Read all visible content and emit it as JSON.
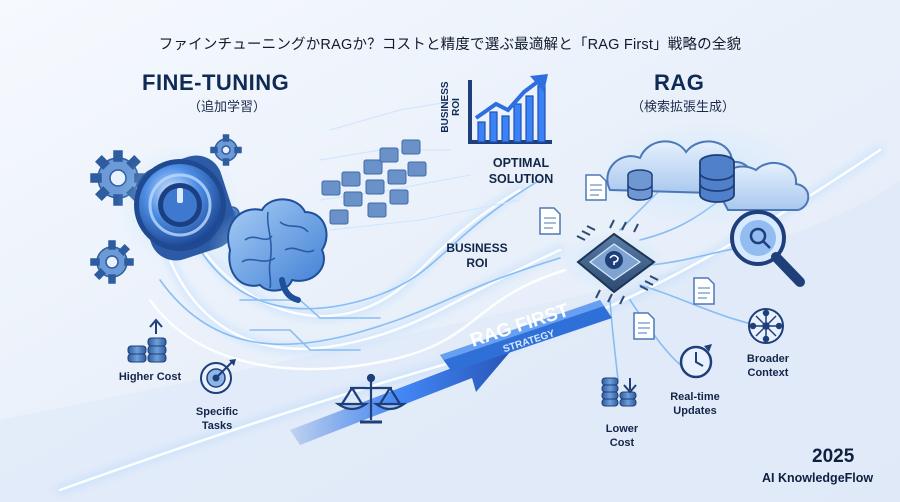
{
  "title": "ファインチューニングかRAGか？コストと精度で選ぶ最適解と「RAG First」戦略の全貌",
  "fine_tuning": {
    "title": "FINE-TUNING",
    "subtitle": "（追加学習）",
    "features": [
      "Higher Cost",
      "Specific Tasks"
    ]
  },
  "rag": {
    "title": "RAG",
    "subtitle": "（検索拡張生成）",
    "features": [
      "Lower Cost",
      "Real-time Updates",
      "Broader Context"
    ]
  },
  "center": {
    "roi_vertical": "BUSINESS ROI",
    "optimal_solution": "OPTIMAL SOLUTION",
    "business_roi": "BUSINESS ROI",
    "strategy_line1": "RAG FIRST",
    "strategy_line2": "STRATEGY"
  },
  "footer": {
    "year": "2025",
    "brand": "AI KnowledgeFlow"
  },
  "colors": {
    "background": "#eef3fb",
    "accent_blue": "#3b82f6",
    "deep_navy": "#0f2a55",
    "glow": "#9fd2ff"
  }
}
